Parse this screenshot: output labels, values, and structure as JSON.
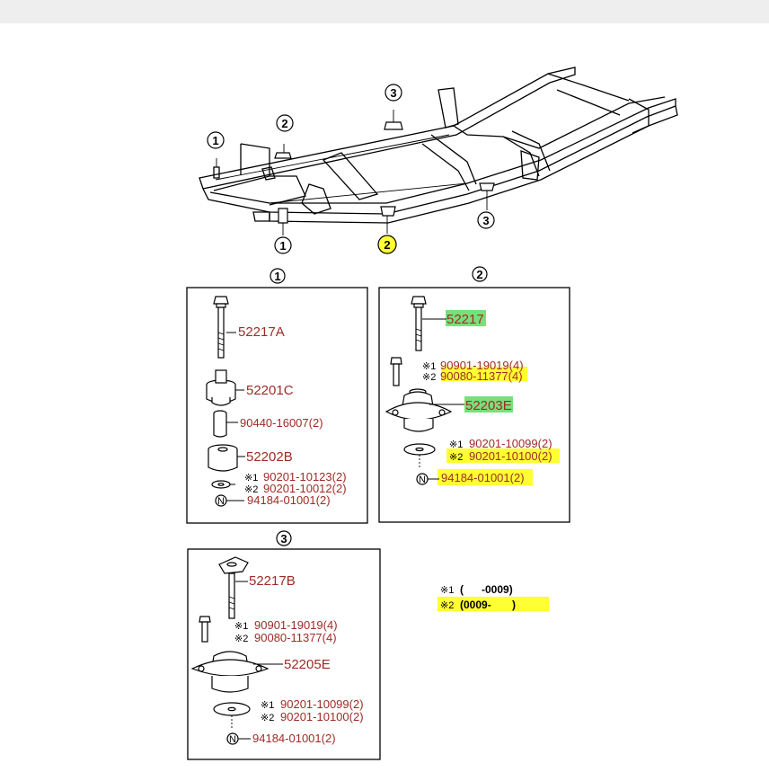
{
  "markers": {
    "m1_top": "1",
    "m2_top": "2",
    "m3_top": "3",
    "m1_bottom": "1",
    "m2_bottom": "2",
    "m3_right": "3",
    "panel1": "1",
    "panel2": "2",
    "panel3": "3"
  },
  "panel1": {
    "p1": "52217A",
    "p2": "52201C",
    "p3": "90440-16007(2)",
    "p4": "52202B",
    "p5a_mark": "※1",
    "p5a": "90201-10123(2)",
    "p5b_mark": "※2",
    "p5b": "90201-10012(2)",
    "p6_mark": "N",
    "p6": "94184-01001(2)"
  },
  "panel2": {
    "p1": "52217",
    "p2a_mark": "※1",
    "p2a": "90901-19019(4)",
    "p2b_mark": "※2",
    "p2b": "90080-11377(4)",
    "p3": "52203E",
    "p4a_mark": "※1",
    "p4a": "90201-10099(2)",
    "p4b_mark": "※2",
    "p4b": "90201-10100(2)",
    "p5_mark": "N",
    "p5": "94184-01001(2)"
  },
  "panel3": {
    "p1": "52217B",
    "p2a_mark": "※1",
    "p2a": "90901-19019(4)",
    "p2b_mark": "※2",
    "p2b": "90080-11377(4)",
    "p3": "52205E",
    "p4a_mark": "※1",
    "p4a": "90201-10099(2)",
    "p4b_mark": "※2",
    "p4b": "90201-10100(2)",
    "p5_mark": "N",
    "p5": "94184-01001(2)"
  },
  "legend": {
    "n1_mark": "※1",
    "n1": "(      -0009)",
    "n2_mark": "※2",
    "n2": "(0009-       )"
  },
  "colors": {
    "part_text": "#9e2b25",
    "highlight_yellow": "#ffff33",
    "highlight_green": "#77e07a"
  }
}
